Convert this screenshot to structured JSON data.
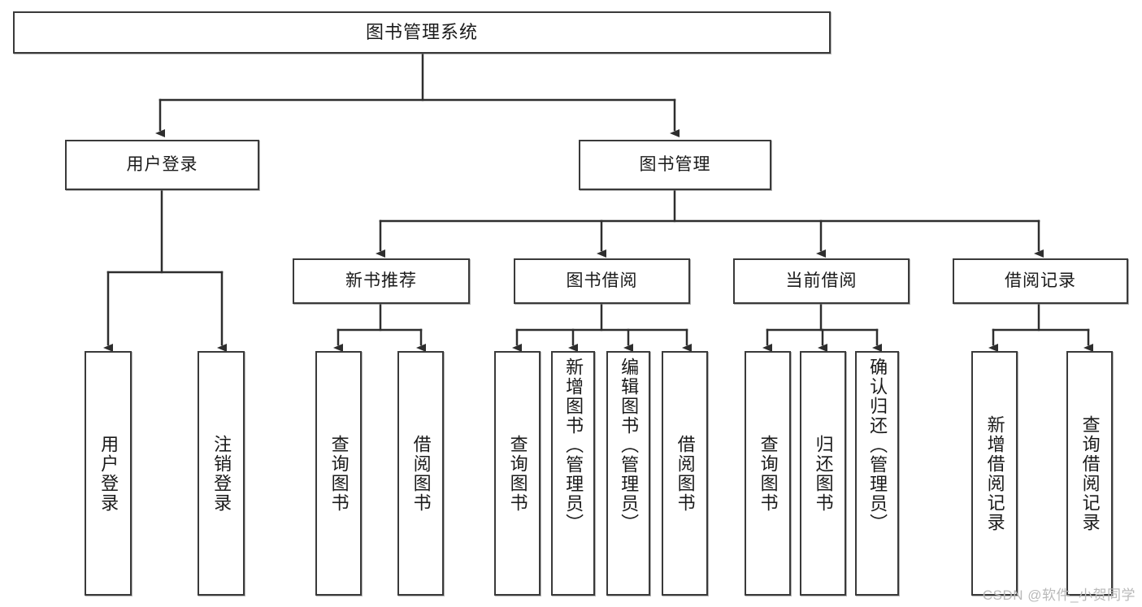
{
  "diagram": {
    "title": "图书管理系统",
    "type": "tree-hierarchy",
    "watermark": "CSDN @软件_小贺同学",
    "colors": {
      "stroke": "#3a3a3a",
      "fill": "#ffffff",
      "text": "#1a1a1a",
      "watermark": "#b9b9b9"
    },
    "root": {
      "label": "图书管理系统"
    },
    "level1": [
      {
        "label": "用户登录"
      },
      {
        "label": "图书管理"
      }
    ],
    "level2": [
      {
        "label": "新书推荐"
      },
      {
        "label": "图书借阅"
      },
      {
        "label": "当前借阅"
      },
      {
        "label": "借阅记录"
      }
    ],
    "leaves": {
      "user_login": [
        {
          "label": "用户登录"
        },
        {
          "label": "注销登录"
        }
      ],
      "new_book_recommend": [
        {
          "label": "查询图书"
        },
        {
          "label": "借阅图书"
        }
      ],
      "book_borrow": [
        {
          "label": "查询图书"
        },
        {
          "label": "新增图书（管理员）"
        },
        {
          "label": "编辑图书（管理员）"
        },
        {
          "label": "借阅图书"
        }
      ],
      "current_borrow": [
        {
          "label": "查询图书"
        },
        {
          "label": "归还图书"
        },
        {
          "label": "确认归还（管理员）"
        }
      ],
      "borrow_record": [
        {
          "label": "新增借阅记录"
        },
        {
          "label": "查询借阅记录"
        }
      ]
    }
  }
}
